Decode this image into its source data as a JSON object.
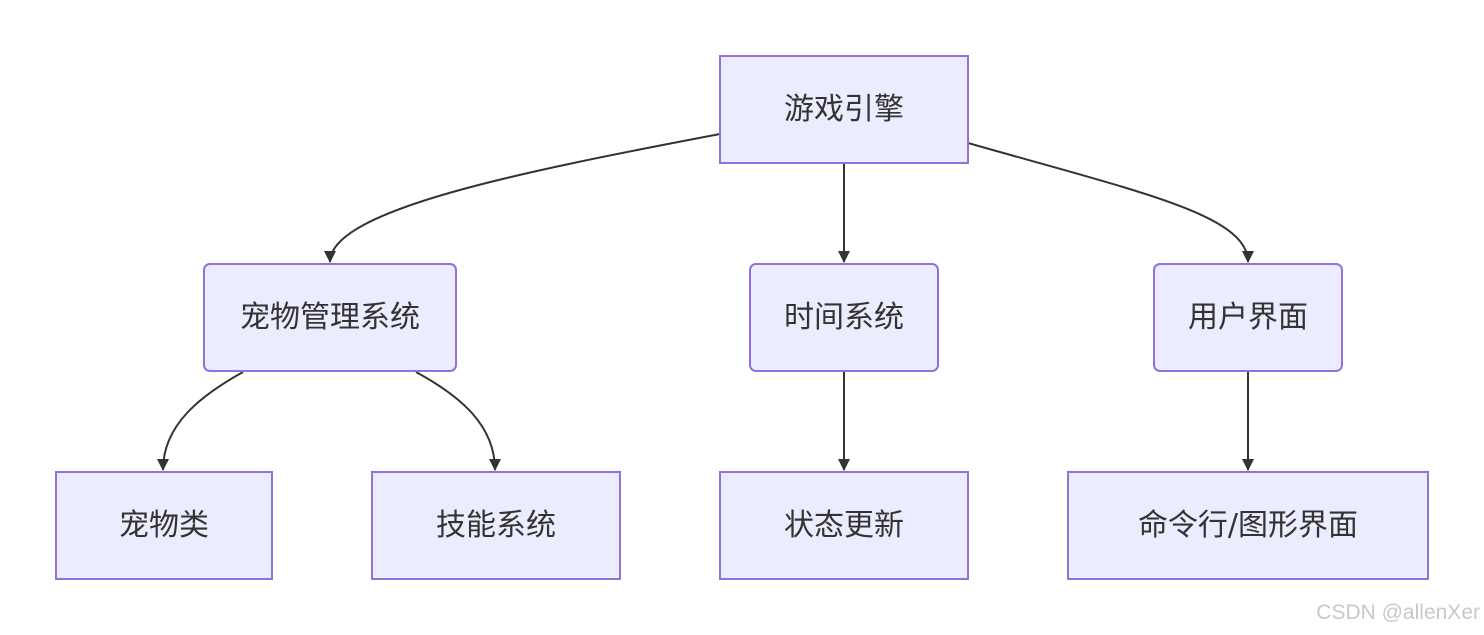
{
  "diagram": {
    "type": "flowchart",
    "nodes": [
      {
        "id": "engine",
        "label": "游戏引擎"
      },
      {
        "id": "pet_mgmt",
        "label": "宠物管理系统"
      },
      {
        "id": "time_sys",
        "label": "时间系统"
      },
      {
        "id": "ui",
        "label": "用户界面"
      },
      {
        "id": "pet_class",
        "label": "宠物类"
      },
      {
        "id": "skill_sys",
        "label": "技能系统"
      },
      {
        "id": "state_update",
        "label": "状态更新"
      },
      {
        "id": "cli_gui",
        "label": "命令行/图形界面"
      }
    ],
    "edges": [
      {
        "from": "engine",
        "to": "pet_mgmt"
      },
      {
        "from": "engine",
        "to": "time_sys"
      },
      {
        "from": "engine",
        "to": "ui"
      },
      {
        "from": "pet_mgmt",
        "to": "pet_class"
      },
      {
        "from": "pet_mgmt",
        "to": "skill_sys"
      },
      {
        "from": "time_sys",
        "to": "state_update"
      },
      {
        "from": "ui",
        "to": "cli_gui"
      }
    ]
  },
  "watermark": "CSDN @allenXer",
  "colors": {
    "node_fill": "#ececff",
    "node_stroke": "#9370db",
    "edge": "#333333",
    "text": "#333333"
  }
}
